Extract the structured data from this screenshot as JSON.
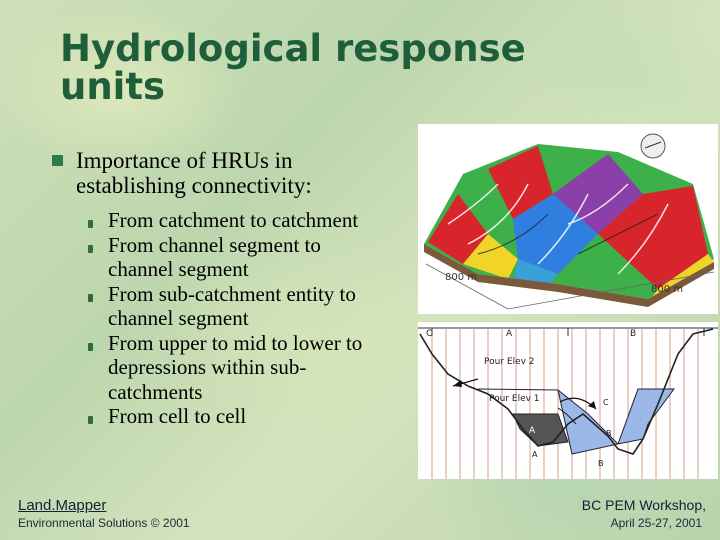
{
  "slide": {
    "title_line1": "Hydrological response",
    "title_line2": "units",
    "main_bullet": "Importance of HRUs in establishing connectivity:",
    "sub_bullets": [
      "From catchment to catchment",
      "From channel segment to channel segment",
      "From sub-catchment entity to channel segment",
      "From upper to mid to lower to depressions within sub-catchments",
      "From cell to cell"
    ]
  },
  "figure": {
    "dim_left": "800 m",
    "dim_right": "800 m",
    "section_labels": [
      "C",
      "A",
      "B"
    ],
    "pour_elev_2": "Pour Elev 2",
    "pour_elev_1": "Pour Elev 1",
    "depression_labels": [
      "A",
      "A",
      "B",
      "B",
      "C"
    ],
    "colors": {
      "water_blue": "#9bb8e8",
      "depression_dark": "#555555",
      "terrain_green": "#3db04a",
      "terrain_red": "#d8252b",
      "terrain_blue": "#2f7fe0",
      "terrain_purple": "#8b3fa8",
      "terrain_yellow": "#f0d528"
    }
  },
  "footer": {
    "left_title": "Land.Mapper",
    "left_subtitle": "Environmental Solutions © 2001",
    "right_title": "BC PEM Workshop,",
    "right_date": "April 25-27, 2001"
  }
}
